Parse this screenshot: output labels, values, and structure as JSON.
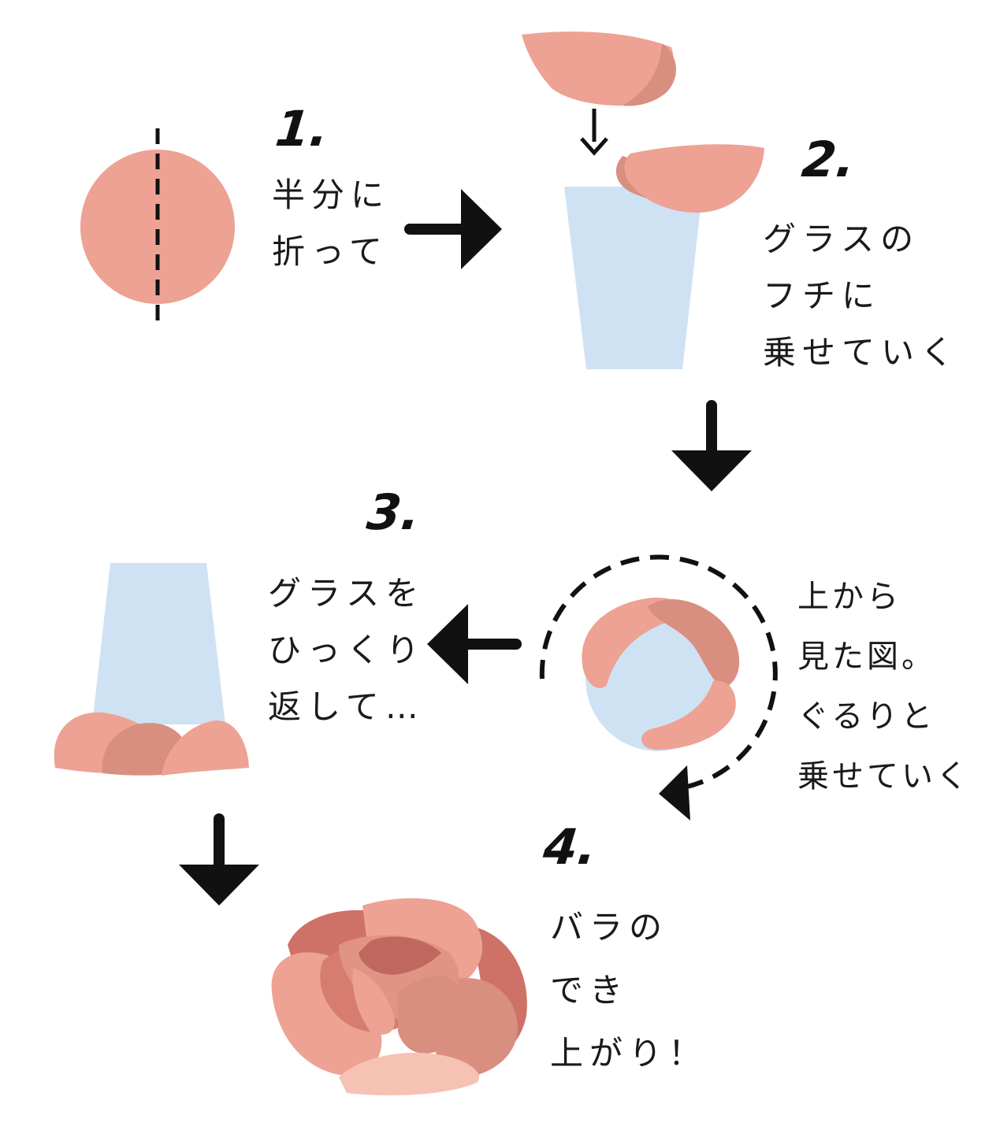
{
  "colors": {
    "petal": "#EDA293",
    "petal_shadow": "#D98F80",
    "petal_dark": "#CE7267",
    "petal_light": "#F5C2B4",
    "glass": "#CFE2F3",
    "ink": "#111111"
  },
  "steps": [
    {
      "number": "1.",
      "lines": [
        "半分に",
        "折って"
      ]
    },
    {
      "number": "2.",
      "lines": [
        "グラスの",
        "フチに",
        "乗せていく"
      ]
    },
    {
      "number": "3.",
      "lines": [
        "グラスを",
        "ひっくり",
        "返して…"
      ]
    },
    {
      "number": "",
      "lines": [
        "上から",
        "見た図。",
        "ぐるりと",
        "乗せていく"
      ]
    },
    {
      "number": "4.",
      "lines": [
        "バラの",
        "でき",
        "上がり！"
      ]
    }
  ]
}
